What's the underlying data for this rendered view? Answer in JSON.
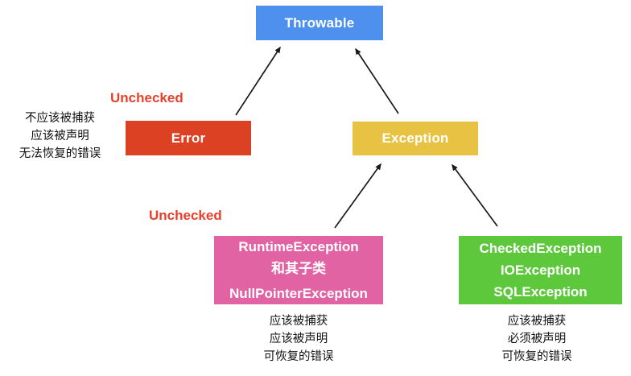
{
  "diagram": {
    "nodes": {
      "throwable": {
        "label": "Throwable",
        "color": "#4D90ED"
      },
      "error": {
        "label": "Error",
        "color": "#DC4123"
      },
      "exception": {
        "label": "Exception",
        "color": "#E8C242"
      },
      "runtime": {
        "lines": [
          "RuntimeException",
          "和其子类",
          "NullPointerException"
        ],
        "color": "#E263A4"
      },
      "checked": {
        "lines": [
          "CheckedException",
          "IOException",
          "SQLException"
        ],
        "color": "#5EC83D"
      }
    },
    "labels": {
      "unchecked_error": "Unchecked",
      "unchecked_runtime": "Unchecked",
      "unchecked_color": "#E8402A"
    },
    "notes": {
      "error": [
        "不应该被捕获",
        "应该被声明",
        "无法恢复的错误"
      ],
      "runtime": [
        "应该被捕获",
        "应该被声明",
        "可恢复的错误"
      ],
      "checked": [
        "应该被捕获",
        "必须被声明",
        "可恢复的错误"
      ]
    },
    "arrow_color": "#1a1a1a"
  }
}
